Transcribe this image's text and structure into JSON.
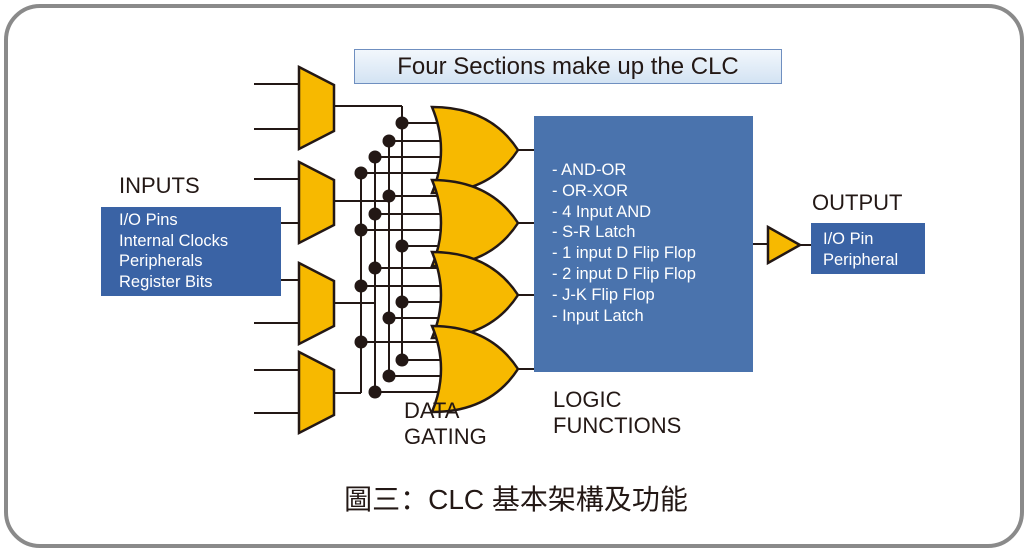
{
  "title": "Four Sections make up the CLC",
  "inputs": {
    "heading": "INPUTS",
    "items": [
      "I/O Pins",
      "Internal Clocks",
      "Peripherals",
      "Register Bits"
    ]
  },
  "data_gating": {
    "label_line1": "DATA",
    "label_line2": "GATING"
  },
  "logic_functions": {
    "label_line1": "LOGIC",
    "label_line2": "FUNCTIONS",
    "items": [
      "- AND-OR",
      "- OR-XOR",
      "- 4 Input AND",
      "- S-R Latch",
      "- 1 input D Flip Flop",
      "- 2 input D Flip Flop",
      "- J-K Flip Flop",
      "- Input Latch"
    ]
  },
  "output": {
    "heading": "OUTPUT",
    "items": [
      "I/O Pin",
      "Peripheral"
    ]
  },
  "caption": "圖三：CLC 基本架構及功能",
  "colors": {
    "gate_fill": "#f7b900",
    "wire": "#231815",
    "box_blue": "#3a63a5",
    "function_blue": "#4a73ad",
    "frame": "#8a8a8a"
  }
}
